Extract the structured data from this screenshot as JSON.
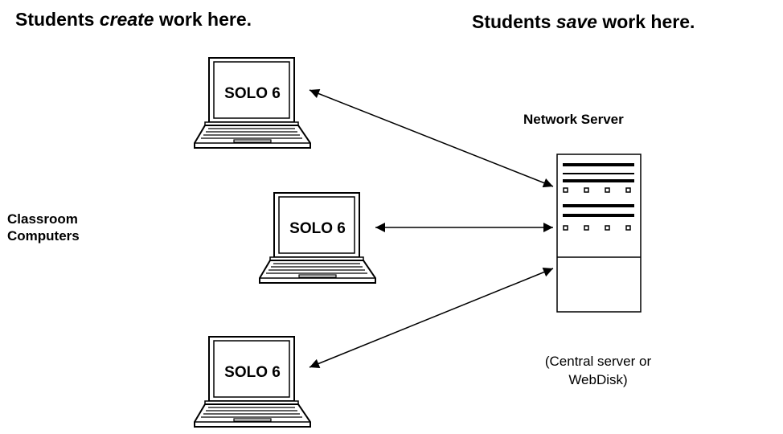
{
  "headings": {
    "create": {
      "before": "Students",
      "em": "create",
      "after": "work here."
    },
    "save": {
      "before": "Students",
      "em": "save",
      "after": "work here."
    }
  },
  "server": {
    "title": "Network Server",
    "caption_line1": "(Central server or",
    "caption_line2": "WebDisk)"
  },
  "classroom": {
    "line1": "Classroom",
    "line2": "Computers"
  },
  "computers": [
    {
      "screen_label": "SOLO 6"
    },
    {
      "screen_label": "SOLO 6"
    },
    {
      "screen_label": "SOLO 6"
    }
  ],
  "connections": [
    "bidirectional-arrow",
    "bidirectional-arrow",
    "bidirectional-arrow"
  ]
}
